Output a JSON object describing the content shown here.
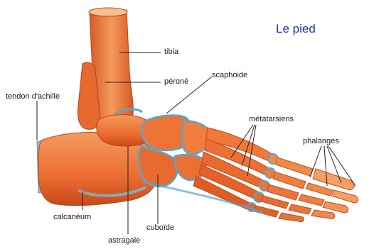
{
  "diagram": {
    "title": "Le pied",
    "labels": {
      "tibia": "tibia",
      "perone": "péroné",
      "scaphoide": "scaphoide",
      "tendon": "tendon d'achille",
      "metatarsiens": "métatarsiens",
      "phalanges": "phalanges",
      "calcaneum": "calcanéum",
      "astragale": "astragale",
      "cuboide": "cuboïde"
    },
    "colors": {
      "bone": "#f07a3a",
      "bone_shadow": "#c9481a",
      "cartilage": "#5aa6c8",
      "title": "#2233bb"
    }
  }
}
